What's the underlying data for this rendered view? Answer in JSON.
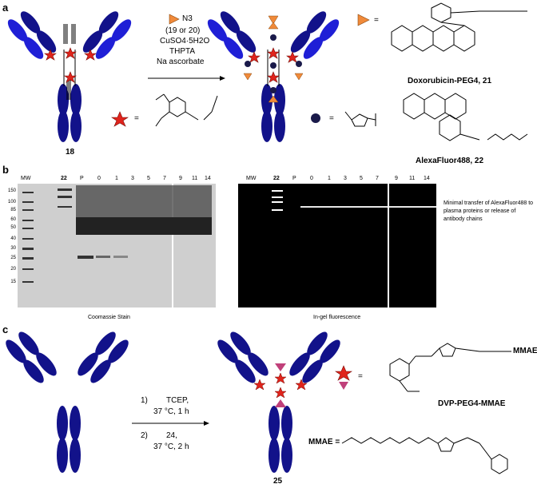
{
  "panel_a": {
    "letter": "a",
    "compound_18": "18",
    "reagents": {
      "azide": "N3",
      "compounds": "(19 or 20)",
      "cu": "CuSO4·5H2O",
      "ligand": "THPTA",
      "reductant": "Na ascorbate"
    },
    "equals": "=",
    "dox_label": "Doxorubicin-PEG4, 21",
    "alexa_label": "AlexaFluor488, 22"
  },
  "panel_b": {
    "letter": "b",
    "left_lanes": [
      "MW",
      "22",
      "P",
      "0",
      "1",
      "3",
      "5",
      "7",
      "9",
      "11",
      "14"
    ],
    "right_lanes": [
      "MW",
      "22",
      "P",
      "0",
      "1",
      "3",
      "5",
      "7",
      "9",
      "11",
      "14"
    ],
    "mw_markers": [
      "150",
      "100",
      "85",
      "60",
      "50",
      "40",
      "30",
      "25",
      "20",
      "15"
    ],
    "caption_left": "Coomassie Stain",
    "caption_right": "In-gel fluorescence",
    "note": "Minimal transfer of AlexaFluor488 to plasma proteins or release of antibody chains"
  },
  "panel_c": {
    "letter": "c",
    "step1_num": "1)",
    "step1_reagent": "TCEP,",
    "step1_cond": "37 °C, 1 h",
    "step2_num": "2)",
    "step2_reagent": "24,",
    "step2_cond": "37 °C, 2 h",
    "compound_25": "25",
    "equals": "=",
    "payload": "MMAE",
    "dvp_label": "DVP-PEG4-MMAE",
    "mmae_eq": "MMAE ="
  }
}
